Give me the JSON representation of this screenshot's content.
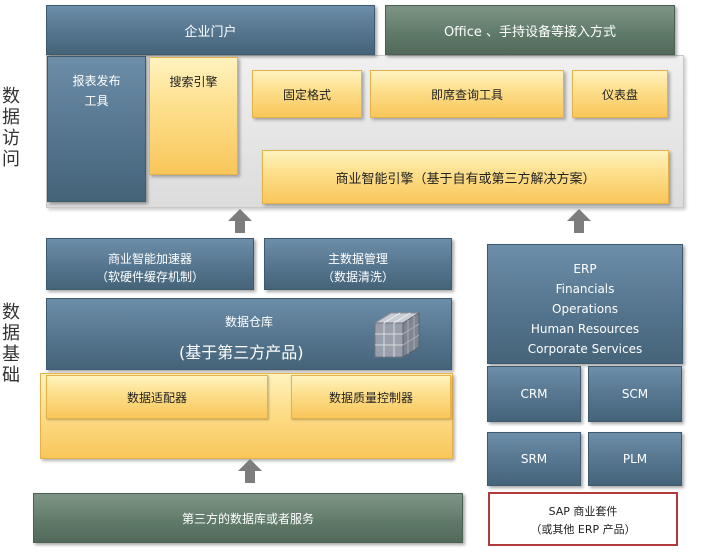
{
  "side_labels": {
    "access": "数据访问",
    "foundation": "数据基础"
  },
  "access_layer": {
    "portal": "企业门户",
    "office": "Office 、手持设备等接入方式",
    "report_publish": [
      "报表发布",
      "工具"
    ],
    "search_engine": "搜索引擎",
    "fixed_format": "固定格式",
    "adhoc_query": "即席查询工具",
    "dashboard": "仪表盘",
    "bi_engine": "商业智能引擎（基于自有或第三方解决方案）"
  },
  "foundation_layer": {
    "bi_accelerator": [
      "商业智能加速器",
      "（软硬件缓存机制）"
    ],
    "master_data": [
      "主数据管理",
      "（数据清洗）"
    ],
    "data_warehouse": "数据仓库",
    "third_party_product": "(基于第三方产品)",
    "data_adapter": "数据适配器",
    "quality_controller": "数据质量控制器",
    "third_party_db": "第三方的数据库或者服务"
  },
  "erp_stack": {
    "erp_lines": [
      "ERP",
      "Financials",
      "Operations",
      "Human Resources",
      "Corporate Services"
    ],
    "crm": "CRM",
    "scm": "SCM",
    "srm": "SRM",
    "plm": "PLM",
    "sap_suite": [
      "SAP 商业套件",
      "（或其他 ERP 产品）"
    ]
  },
  "colors": {
    "blue": "#55758f",
    "green": "#5f7968",
    "yellow": "#fcd477",
    "gray_panel": "#e6e6e6",
    "sap_border": "#b03a3a"
  }
}
